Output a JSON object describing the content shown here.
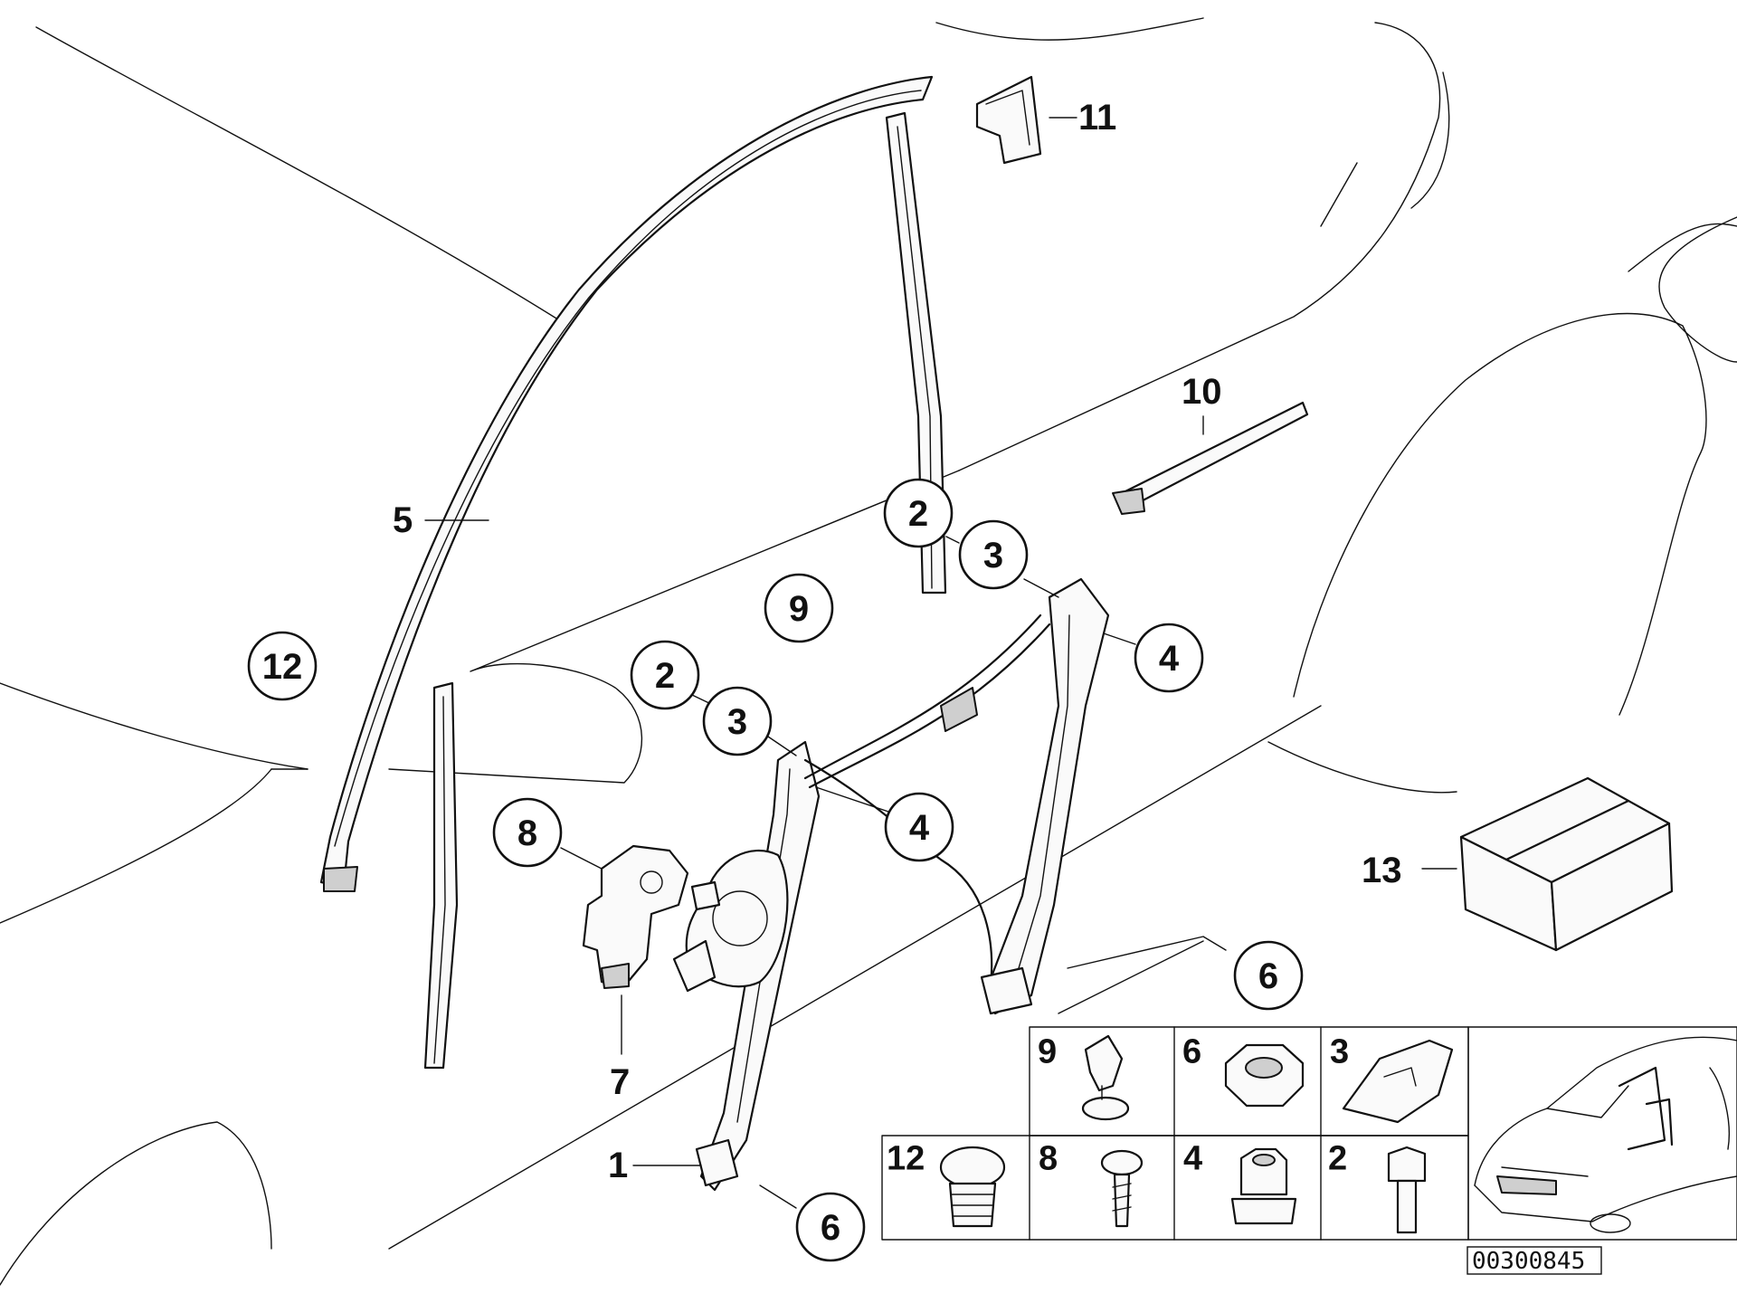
{
  "callouts": {
    "c12": "12",
    "c2_upper": "2",
    "c3_upper": "3",
    "c9": "9",
    "c4_upper": "4",
    "c2_lower": "2",
    "c3_lower": "3",
    "c4_lower": "4",
    "c8": "8",
    "c6_right": "6",
    "c6_bottom": "6"
  },
  "labels": {
    "l5": "5",
    "l11": "11",
    "l10": "10",
    "l7": "7",
    "l13": "13",
    "l1": "1"
  },
  "small_parts_grid": {
    "cells": [
      "9",
      "6",
      "3",
      "12",
      "8",
      "4",
      "2"
    ]
  },
  "reference_number": "00300845"
}
